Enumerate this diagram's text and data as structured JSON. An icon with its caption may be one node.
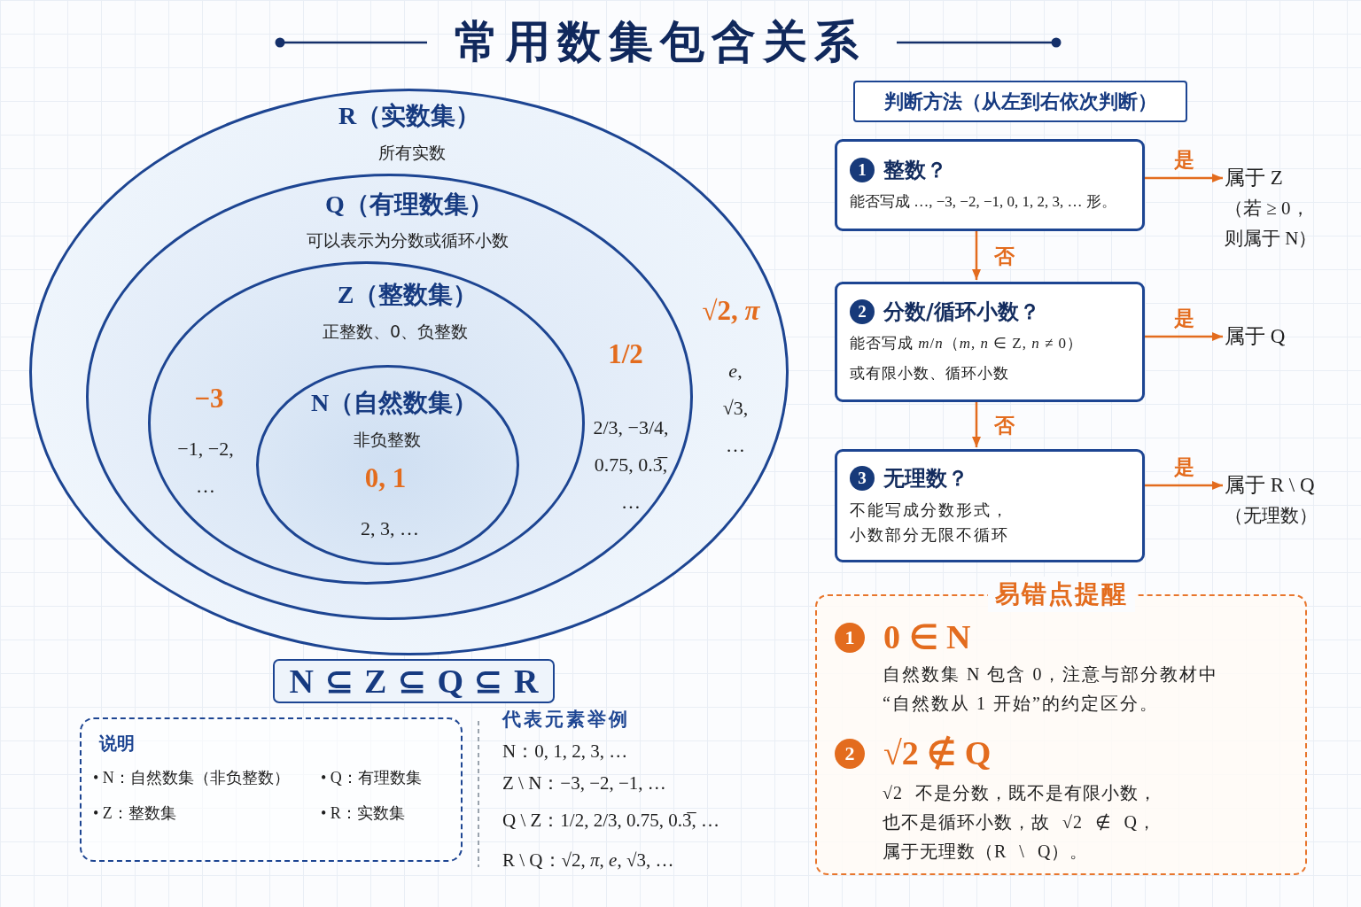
{
  "diagram": {
    "title": "常用数集包含关系",
    "nodes": [
      {
        "text": [
          "R（实数集）",
          "所有实数",
          "√2, *π*",
          "*e*, √3, …"
        ]
      },
      {
        "text": [
          "Q（有理数集）",
          "可以表示为分数或循环小数",
          "1/2",
          "2/3, −3/4, 0.75, 0.3̅, …"
        ],
        "in": 0
      },
      {
        "text": [
          "Z（整数集）",
          "正整数、0、负整数",
          "−3",
          "−1, −2, …"
        ],
        "in": 1
      },
      {
        "text": [
          "N（自然数集）",
          "非负整数",
          "0, 1",
          "2, 3, …"
        ],
        "in": 2
      },
      {
        "text": [
          "N ⊆ Z ⊆ Q ⊆ R"
        ]
      },
      {
        "text": [
          "判断方法（从左到右依次判断）"
        ]
      },
      {
        "text": [
          "1",
          "整数？",
          "能否写成 …, −3, −2, −1, 0, 1, 2, 3, … 形。"
        ]
      },
      {
        "text": [
          "属于 Z",
          "（若 ≥ 0，则属于 N）"
        ]
      },
      {
        "text": [
          "2",
          "分数/循环小数？",
          "能否写成 *m*/*n*（*m*, *n* ∈ Z, *n* ≠ 0）",
          "或有限小数、循环小数"
        ]
      },
      {
        "text": [
          "属于 Q"
        ]
      },
      {
        "text": [
          "3",
          "无理数？",
          "不能写成分数形式，小数部分无限不循环"
        ]
      },
      {
        "text": [
          "属于 R \\ Q",
          "（无理数）"
        ]
      },
      {
        "text": [
          "易错点提醒",
          "1",
          "0 ∈ N",
          "自然数集 N 包含 0，注意与部分教材中“自然数从 1 开始”的约定区分。",
          "2",
          "√2 ∉ Q",
          "√2 不是分数，既不是有限小数，也不是循环小数，故 √2 ∉ Q，属于无理数（R \\ Q）。"
        ]
      },
      {
        "text": [
          "说明",
          "• N：自然数集（非负整数）",
          "• Q：有理数集",
          "• Z：整数集",
          "• R：实数集"
        ]
      }
    ],
    "edges": [
      {
        "from": 6,
        "to": 7,
        "arrow": "to",
        "label": "是"
      },
      {
        "from": 6,
        "to": 8,
        "arrow": "to",
        "label": "否"
      },
      {
        "from": 8,
        "to": 9,
        "arrow": "to",
        "label": "是"
      },
      {
        "from": 8,
        "to": 10,
        "arrow": "to",
        "label": "否"
      },
      {
        "from": 10,
        "to": 11,
        "arrow": "to",
        "label": "是"
      }
    ],
    "labels": [
      "代表元素举例",
      "N：0, 1, 2, 3, …",
      "Z \\ N：−3, −2, −1, …",
      "Q \\ Z：1/2, 2/3, 0.75, 0.3̅, …",
      "R \\ Q：√2, *π*, *e*, √3, …"
    ]
  }
}
